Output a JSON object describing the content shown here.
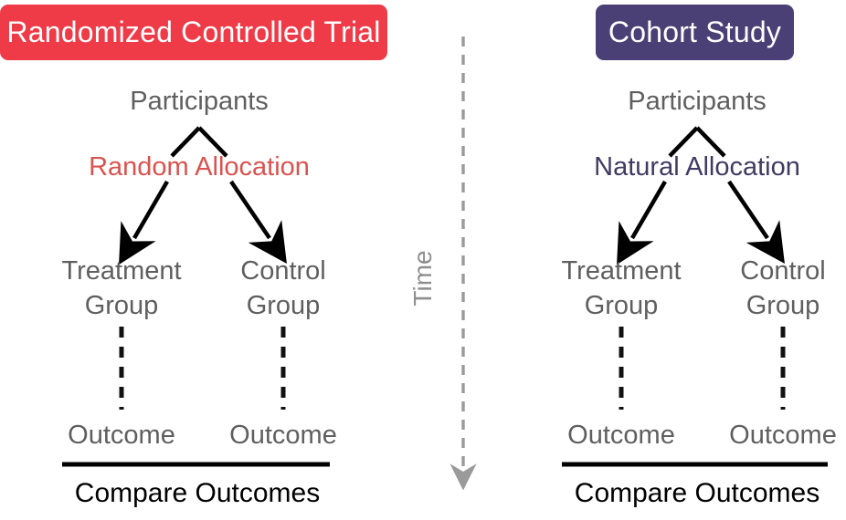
{
  "figure": {
    "background_color": "#ffffff",
    "label_color": "#5f5f5f",
    "emphasis_color": "#000000"
  },
  "panels": [
    {
      "id": "rct",
      "badge": {
        "text": "Randomized Controlled Trial",
        "background_color": "#ee3b47",
        "text_color": "#ffffff"
      },
      "root": "Participants",
      "allocation": {
        "text": "Random Allocation",
        "color": "#d9534f"
      },
      "branches": [
        {
          "group": "Treatment\nGroup",
          "outcome": "Outcome"
        },
        {
          "group": "Control\nGroup",
          "outcome": "Outcome"
        }
      ],
      "comparison": "Compare Outcomes"
    },
    {
      "id": "cohort",
      "badge": {
        "text": "Cohort Study",
        "background_color": "#4a4075",
        "text_color": "#ffffff"
      },
      "root": "Participants",
      "allocation": {
        "text": "Natural Allocation",
        "color": "#413a63"
      },
      "branches": [
        {
          "group": "Treatment\nGroup",
          "outcome": "Outcome"
        },
        {
          "group": "Control\nGroup",
          "outcome": "Outcome"
        }
      ],
      "comparison": "Compare Outcomes"
    }
  ],
  "time_axis": {
    "label": "Time",
    "color": "#8e8e8e",
    "direction": "downward",
    "style": "dashed-arrow"
  },
  "icons": {
    "allocation_arrow": "branching-arrow-icon",
    "follow_up_line": "dashed-line-icon",
    "time_arrow": "down-arrow-icon"
  }
}
